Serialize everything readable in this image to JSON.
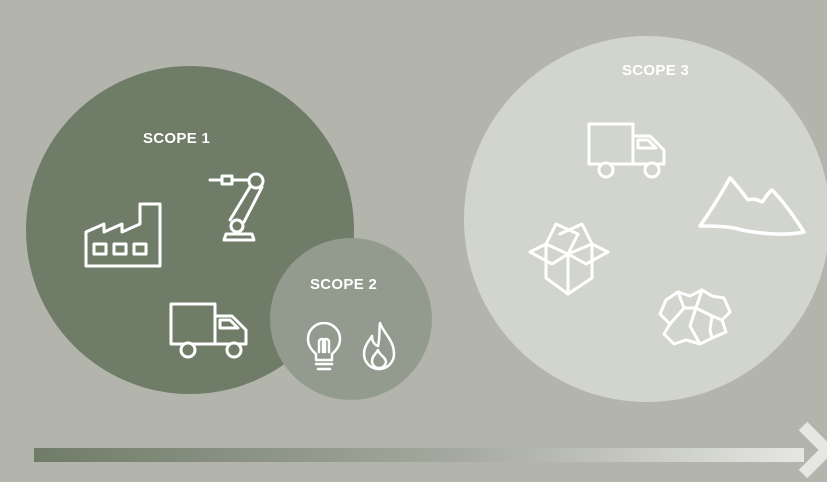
{
  "scopes": [
    {
      "id": "scope1",
      "label": "SCOPE 1",
      "color": "#6f7c68",
      "icons": [
        "factory-icon",
        "robot-arm-icon",
        "truck-icon"
      ]
    },
    {
      "id": "scope2",
      "label": "SCOPE 2",
      "color": "#939b8e",
      "icons": [
        "lightbulb-icon",
        "flame-icon"
      ]
    },
    {
      "id": "scope3",
      "label": "SCOPE 3",
      "color": "#d2d4ce",
      "icons": [
        "truck-icon",
        "mountain-icon",
        "open-box-icon",
        "crumpled-paper-icon"
      ]
    }
  ],
  "colors": {
    "background": "#b3b5ad",
    "arrow_start": "#6f7c68",
    "arrow_end": "#e6e7e3",
    "icon_stroke": "#ffffff"
  }
}
